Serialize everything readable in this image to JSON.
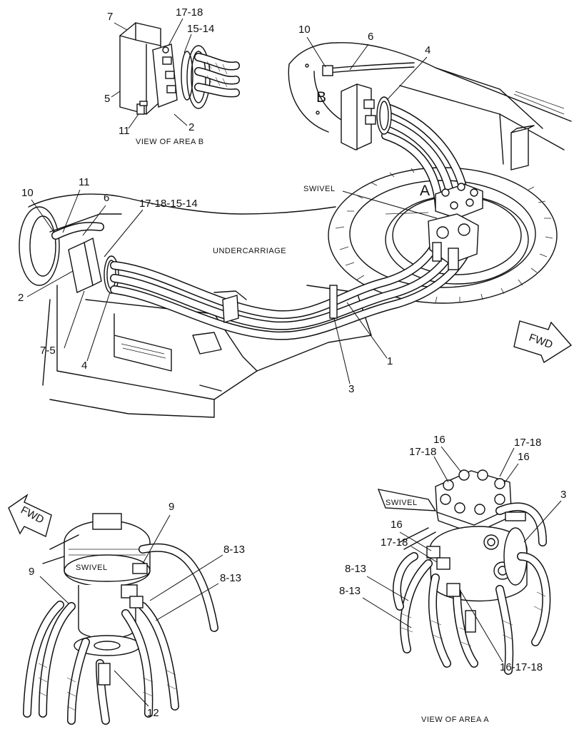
{
  "labels": {
    "view_b": {
      "n7": "7",
      "n17_18": "17-18",
      "n15_14": "15-14",
      "n5": "5",
      "n11": "11",
      "n2": "2",
      "caption": "VIEW OF AREA B"
    },
    "main": {
      "n10_top": "10",
      "n6_top": "6",
      "n4_top": "4",
      "letter_b": "B",
      "swivel": "SWIVEL",
      "letter_a": "A",
      "n10_left": "10",
      "n11_left": "11",
      "n6_left": "6",
      "n17_18_15_14": "17-18-15-14",
      "undercarriage": "UNDERCARRIAGE",
      "n2_left": "2",
      "n7_5": "7-5",
      "n4_bottom": "4",
      "n3": "3",
      "n1": "1",
      "fwd_right": "FWD"
    },
    "swivel_detail": {
      "fwd_left": "FWD",
      "n9_top": "9",
      "n9_left": "9",
      "swivel": "SWIVEL",
      "n8_13_a": "8-13",
      "n8_13_b": "8-13",
      "n12": "12"
    },
    "view_a": {
      "n16_a": "16",
      "n17_18_a": "17-18",
      "n17_18_b": "17-18",
      "n16_b": "16",
      "swivel": "SWIVEL",
      "n3": "3",
      "n16_c": "16",
      "n17_18_c": "17-18",
      "n8_13_a": "8-13",
      "n8_13_b": "8-13",
      "n16_17_18": "16-17-18",
      "caption": "VIEW OF AREA A"
    }
  }
}
